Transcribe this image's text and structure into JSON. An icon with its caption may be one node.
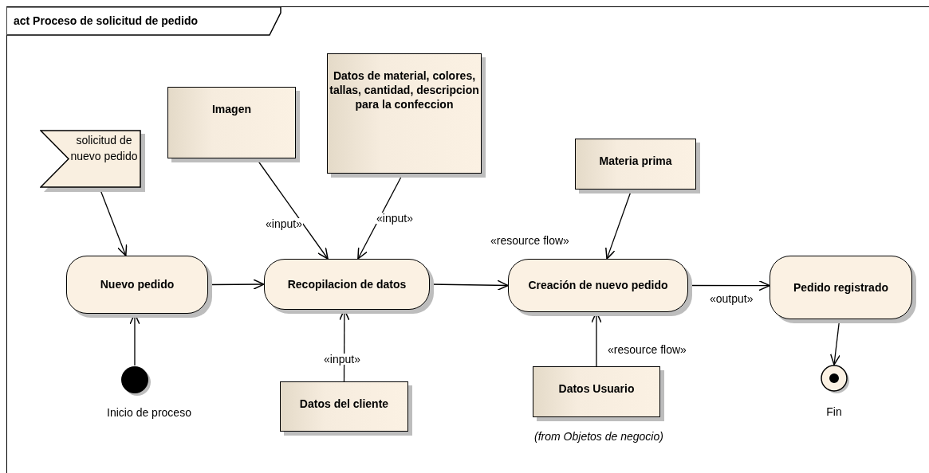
{
  "diagram": {
    "nodes": [
      {
        "text": [
          "act Proceso de solicitud de pedido"
        ]
      },
      {
        "text": [
          "solicitud de nuevo pedido"
        ],
        "in": 0
      },
      {
        "text": [
          "Imagen"
        ],
        "in": 0
      },
      {
        "text": [
          "Datos de material, colores, tallas, cantidad, descripcion para la confeccion"
        ],
        "in": 0
      },
      {
        "text": [
          "Materia prima"
        ],
        "in": 0
      },
      {
        "text": [
          "Nuevo pedido"
        ],
        "in": 0
      },
      {
        "text": [
          "Recopilacion de datos"
        ],
        "in": 0
      },
      {
        "text": [
          "Creación de nuevo pedido"
        ],
        "in": 0
      },
      {
        "text": [
          "Pedido registrado"
        ],
        "in": 0
      },
      {
        "text": [],
        "shape": "circle",
        "beside": [
          "Inicio de proceso"
        ],
        "in": 0
      },
      {
        "text": [
          "Datos del cliente"
        ],
        "in": 0
      },
      {
        "text": [
          "Datos Usuario"
        ],
        "beside": [
          "(from Objetos de negocio)"
        ],
        "in": 0
      },
      {
        "text": [],
        "shape": "circle",
        "beside": [
          "Fin"
        ],
        "in": 0
      }
    ],
    "edges": [
      {
        "from": 1,
        "to": 5,
        "arrow": "to"
      },
      {
        "from": 2,
        "to": 6,
        "arrow": "to",
        "label": "«input»"
      },
      {
        "from": 3,
        "to": 6,
        "arrow": "to",
        "label": "«input»"
      },
      {
        "from": 4,
        "to": 7,
        "arrow": "to",
        "label": "«resource flow»"
      },
      {
        "from": 5,
        "to": 6,
        "arrow": "to"
      },
      {
        "from": 6,
        "to": 7,
        "arrow": "to"
      },
      {
        "from": 7,
        "to": 8,
        "arrow": "to",
        "label": "«output»"
      },
      {
        "from": 9,
        "to": 5,
        "arrow": "to"
      },
      {
        "from": 10,
        "to": 6,
        "arrow": "to",
        "label": "«input»"
      },
      {
        "from": 11,
        "to": 7,
        "arrow": "to",
        "label": "«resource flow»"
      },
      {
        "from": 8,
        "to": 12,
        "arrow": "to"
      }
    ]
  }
}
